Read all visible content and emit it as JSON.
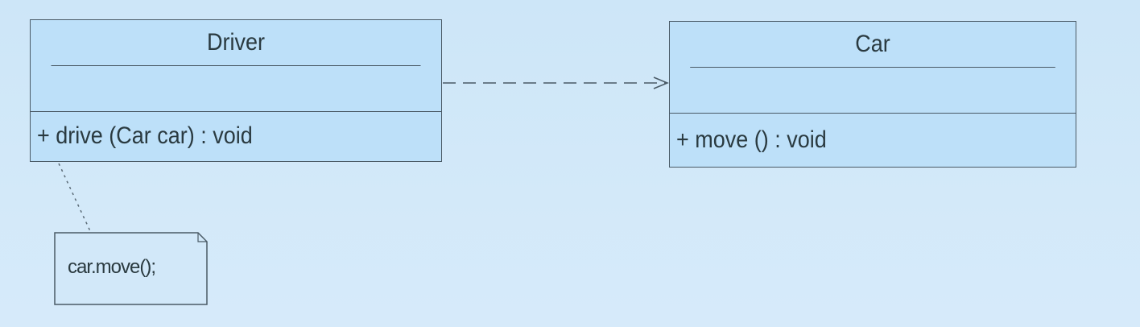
{
  "classes": [
    {
      "name": "Driver",
      "attributes": [],
      "operations": [
        "+  drive (Car car) : void"
      ]
    },
    {
      "name": "Car",
      "attributes": [],
      "operations": [
        "+  move () : void"
      ]
    }
  ],
  "relationships": [
    {
      "type": "dependency",
      "from": "Driver",
      "to": "Car"
    }
  ],
  "note": {
    "text": "car.move();",
    "attached_to": "Driver"
  },
  "colors": {
    "background": "#cfe6f8",
    "class_fill": "#bde0f9",
    "line": "#4a5a66"
  }
}
